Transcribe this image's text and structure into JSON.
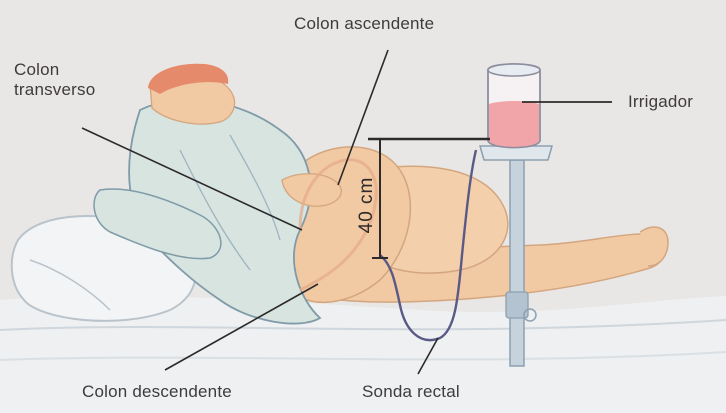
{
  "labels": {
    "colon_ascendente": "Colon ascendente",
    "colon_transverso_line1": "Colon",
    "colon_transverso_line2": "transverso",
    "irrigador": "Irrigador",
    "medida": "40 cm",
    "colon_descendente": "Colon descendente",
    "sonda_rectal": "Sonda rectal"
  },
  "colors": {
    "background": "#e9e7e5",
    "skin": "#f1c9a3",
    "gown": "#d7e4df",
    "hair": "#e58b6c",
    "irrigator_fluid": "#f2a5a8",
    "tube": "#5a5a86",
    "stand": "#c6d3dd",
    "leader_lines": "#2c2a2a"
  }
}
